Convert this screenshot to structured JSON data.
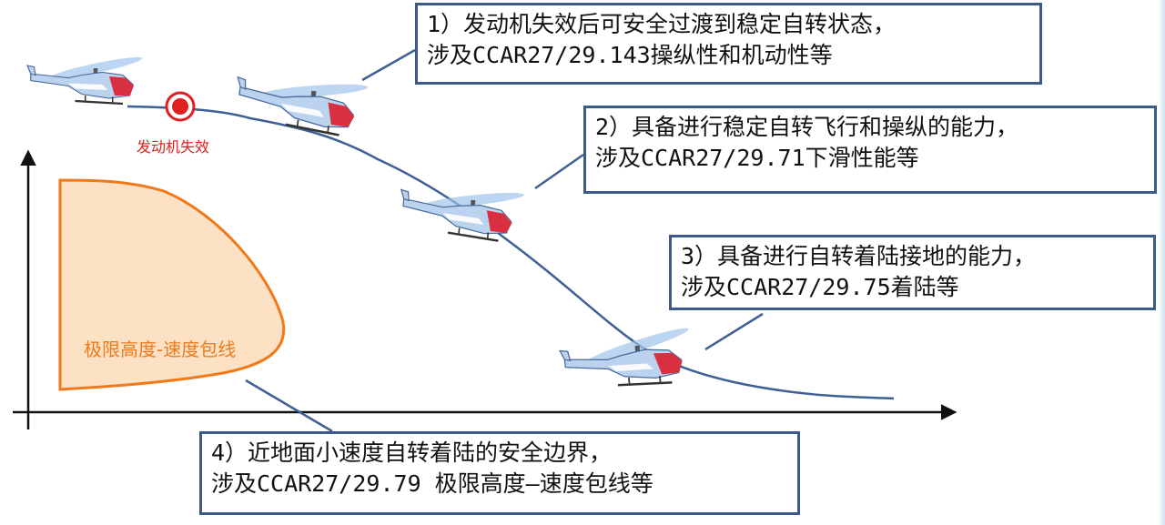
{
  "callouts": {
    "c1": {
      "line1": "1）发动机失效后可安全过渡到稳定自转状态，",
      "line2": "涉及CCAR27/29.143操纵性和机动性等"
    },
    "c2": {
      "line1": "2）具备进行稳定自转飞行和操纵的能力，",
      "line2": "涉及CCAR27/29.71下滑性能等"
    },
    "c3": {
      "line1": "3）具备进行自转着陆接地的能力，",
      "line2": "涉及CCAR27/29.75着陆等"
    },
    "c4": {
      "line1": "4）近地面小速度自转着陆的安全边界，",
      "line2": "涉及CCAR27/29.79 极限高度—速度包线等"
    }
  },
  "labels": {
    "engine_failure": "发动机失效",
    "hv_envelope": "极限高度-速度包线"
  },
  "colors": {
    "callout_border": "#3c5a88",
    "trajectory": "#3f5f95",
    "failure_marker": "#e02020",
    "envelope_fill": "#fde1c4",
    "envelope_stroke": "#f07a1a",
    "axis": "#111111",
    "helicopter_body": "#bcd3ef",
    "helicopter_accent": "#d83040"
  },
  "icons": [
    "helicopter-icon",
    "engine-failure-marker-icon"
  ]
}
